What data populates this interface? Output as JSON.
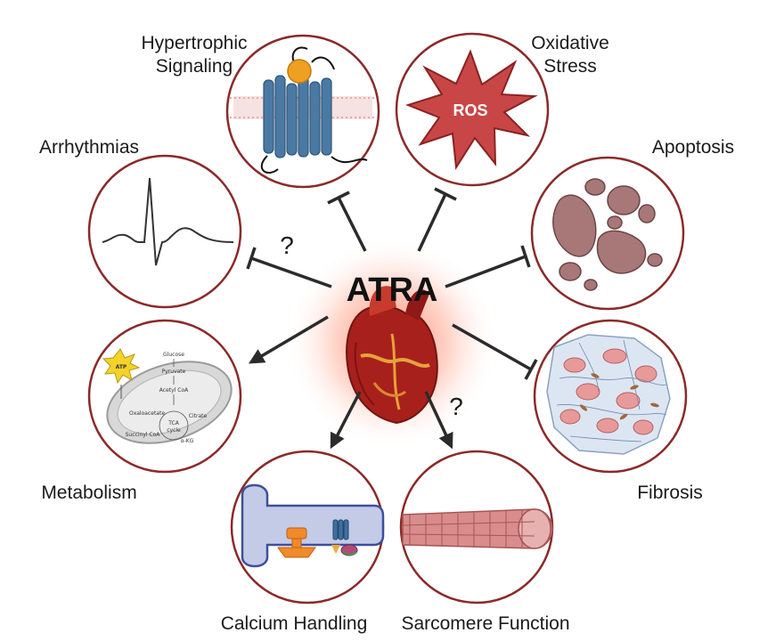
{
  "center": {
    "label": "ATRA",
    "question_marks": [
      "?",
      "?"
    ]
  },
  "nodes": {
    "hypertrophic": {
      "lines": [
        "Hypertrophic",
        "Signaling"
      ]
    },
    "oxidative": {
      "lines": [
        "Oxidative",
        "Stress"
      ],
      "badge": "ROS"
    },
    "apoptosis": {
      "label": "Apoptosis"
    },
    "arrhythmias": {
      "label": "Arrhythmias"
    },
    "fibrosis": {
      "label": "Fibrosis"
    },
    "metabolism": {
      "label": "Metabolism",
      "atp": "ATP",
      "pathway": {
        "glucose": "Glucose",
        "pyruvate": "Pyruvate",
        "acetyl": "Acetyl CoA",
        "oxaloacetate": "Oxaloacetate",
        "citrate": "Citrate",
        "tca1": "TCA",
        "tca2": "cycle",
        "succinyl": "Succinyl CoA",
        "akg": "α-KG"
      }
    },
    "calcium": {
      "label": "Calcium Handling"
    },
    "sarcomere": {
      "label": "Sarcomere Function"
    }
  },
  "colors": {
    "circle_border": "#8b2a2a",
    "arrow": "#2b2b2b",
    "ros_fill": "#c94646",
    "cell_fill": "#a87777",
    "membrane_blue": "#4a7aa3",
    "ligand_orange": "#f0a020",
    "muscle_pink": "#d98c8c",
    "heart_red": "#b3261e"
  }
}
